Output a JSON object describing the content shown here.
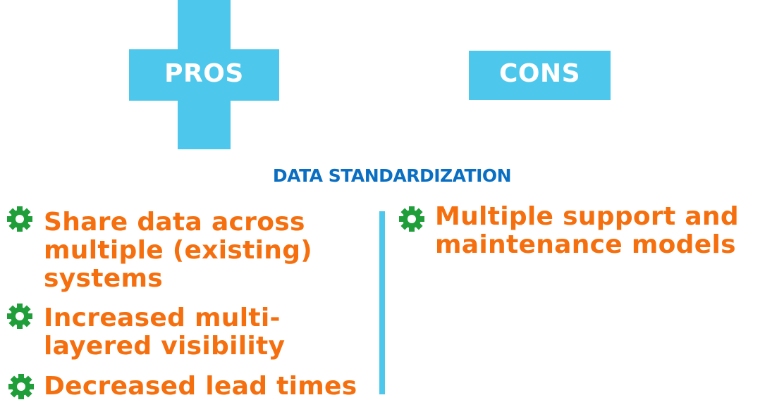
{
  "pros": {
    "label": "PROS",
    "items": [
      {
        "lines": [
          "Share data across",
          "multiple (existing)",
          "systems"
        ]
      },
      {
        "lines": [
          "Increased multi-",
          "layered visibility"
        ]
      },
      {
        "lines": [
          "Decreased lead times"
        ]
      }
    ]
  },
  "cons": {
    "label": "CONS",
    "items": [
      {
        "lines": [
          "Multiple support and",
          "maintenance models"
        ]
      }
    ]
  },
  "subtitle": "DATA STANDARDIZATION",
  "colors": {
    "accent_blue": "#4dc8ec",
    "subtitle_blue": "#0a6fc2",
    "item_orange": "#f56f0e",
    "bullet_green": "#1f9e3a"
  },
  "icons": {
    "bullet": "gear-icon",
    "pros_symbol": "plus-icon",
    "cons_symbol": "minus-icon"
  }
}
